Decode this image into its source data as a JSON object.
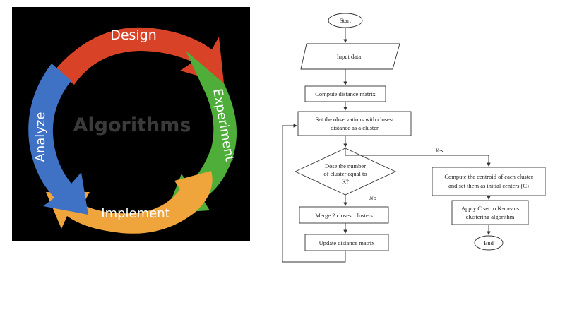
{
  "cycle_diagram": {
    "center_label": "Algorithms",
    "stages": [
      {
        "label": "Design",
        "color": "#d84327"
      },
      {
        "label": "Experiment",
        "color": "#4fae3a"
      },
      {
        "label": "Implement",
        "color": "#efa43c"
      },
      {
        "label": "Analyze",
        "color": "#3f71c4"
      }
    ],
    "background": "#000000",
    "center_text_color": "#3a3a3a"
  },
  "flowchart": {
    "start": "Start",
    "input": "Input data",
    "compute_matrix": "Compute distance matrix",
    "set_obs": [
      "Set the observations with closest",
      "distance as a cluster"
    ],
    "decision": [
      "Dose the number",
      "of cluster equal to",
      "K?"
    ],
    "yes_label": "Yes",
    "no_label": "No",
    "merge": "Merge 2 closest clusters",
    "update": "Update distance matrix",
    "centroid": [
      "Compute the centroid of each cluster",
      "and set them as initial centers (C)"
    ],
    "apply": [
      "Apply C set to K-means",
      "clustering algorithm"
    ],
    "end": "End"
  }
}
